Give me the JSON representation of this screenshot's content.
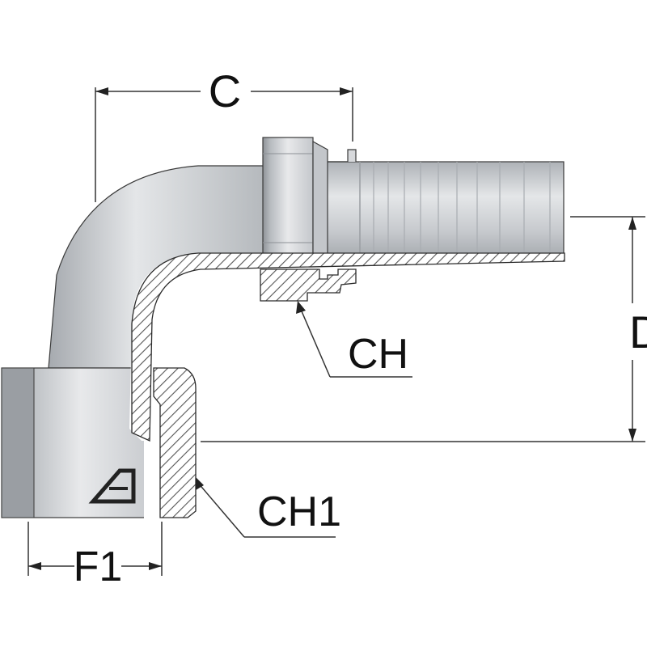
{
  "labels": {
    "c": "C",
    "d": "D",
    "ch": "CH",
    "ch1": "CH1",
    "f1": "F1"
  },
  "colors": {
    "metal": "#c9ccd0",
    "metal_dark": "#9ea2a8",
    "metal_light": "#e6e8ea",
    "line": "#2a2a2a",
    "hatch": "#555555",
    "background": "#ffffff"
  },
  "icons": {
    "logo": "brand-logo-icon"
  }
}
